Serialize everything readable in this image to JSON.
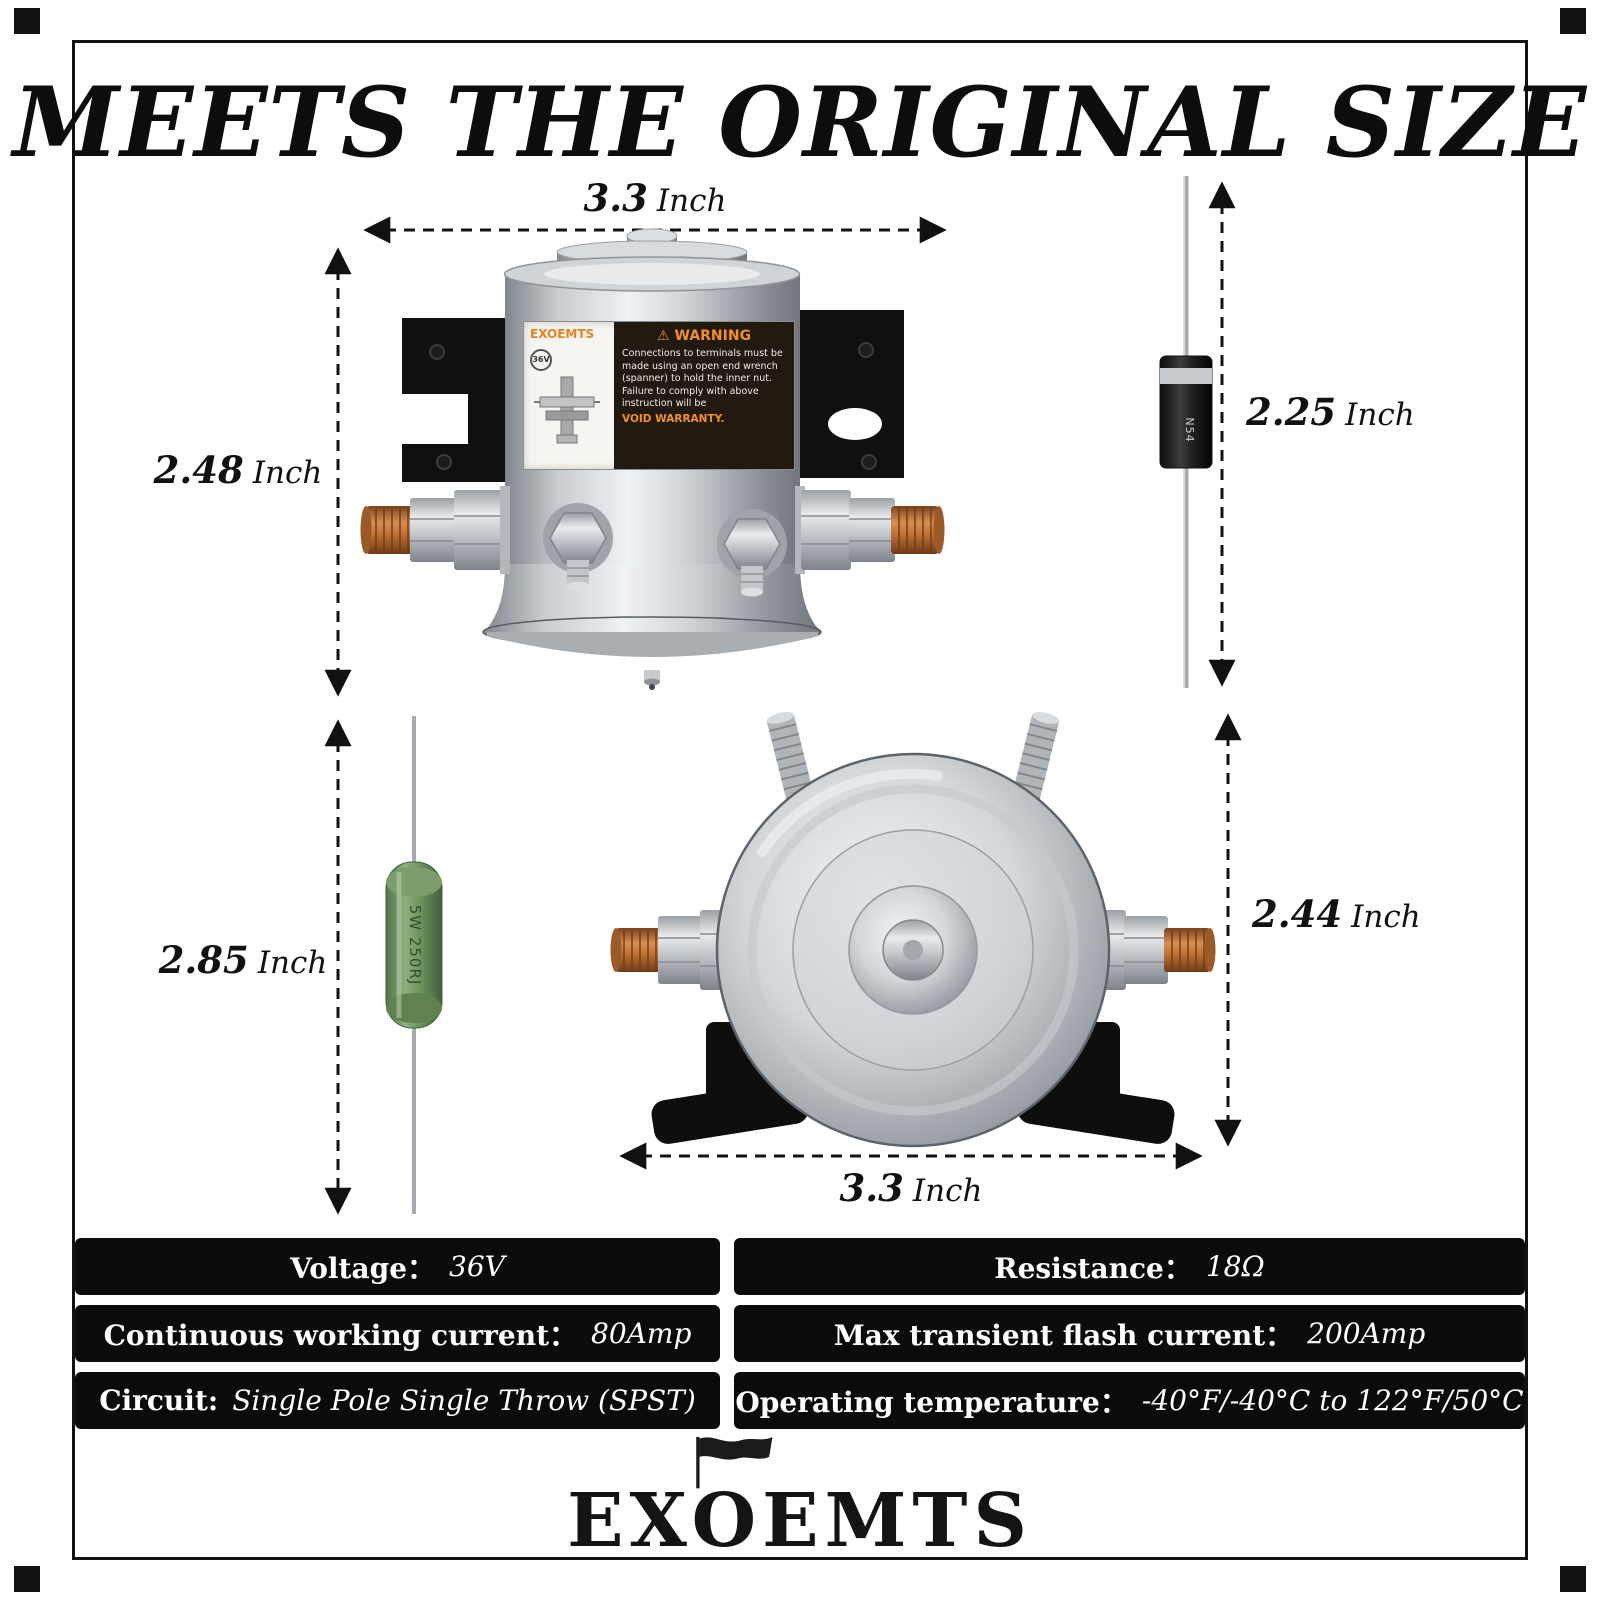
{
  "title": "MEETS THE ORIGINAL SIZE",
  "dims": {
    "side_width": {
      "value": "3.3",
      "unit": "Inch"
    },
    "side_height": {
      "value": "2.48",
      "unit": "Inch"
    },
    "diode_length": {
      "value": "2.25",
      "unit": "Inch"
    },
    "resistor_length": {
      "value": "2.85",
      "unit": "Inch"
    },
    "front_height": {
      "value": "2.44",
      "unit": "Inch"
    },
    "front_width": {
      "value": "3.3",
      "unit": "Inch"
    }
  },
  "warning_label": {
    "brand": "EXOEMTS",
    "voltage_badge": "36V",
    "warning_icon": "⚠",
    "warning_title": "WARNING",
    "warning_body": "Connections to terminals must be made using an open end wrench (spanner) to hold the inner nut. Failure to comply with above instruction will be",
    "warning_emphasis": "VOID WARRANTY."
  },
  "markings": {
    "diode": "N54",
    "resistor": "5W 250RJ"
  },
  "specs": [
    {
      "label": "Voltage：",
      "value": "36V"
    },
    {
      "label": "Resistance：",
      "value": "18Ω"
    },
    {
      "label": "Continuous working current：",
      "value": "80Amp"
    },
    {
      "label": "Max transient flash current：",
      "value": "200Amp"
    },
    {
      "label": "Circuit:",
      "value": "Single Pole Single Throw (SPST)"
    },
    {
      "label": "Operating temperature：",
      "value": "-40°F/-40°C to 122°F/50°C"
    }
  ],
  "logo": {
    "text": "EXOEMTS"
  },
  "colors": {
    "accent_orange": "#f59120",
    "copper": "#c06f33",
    "resistor_green": "#6f9460",
    "ink": "#111111"
  }
}
